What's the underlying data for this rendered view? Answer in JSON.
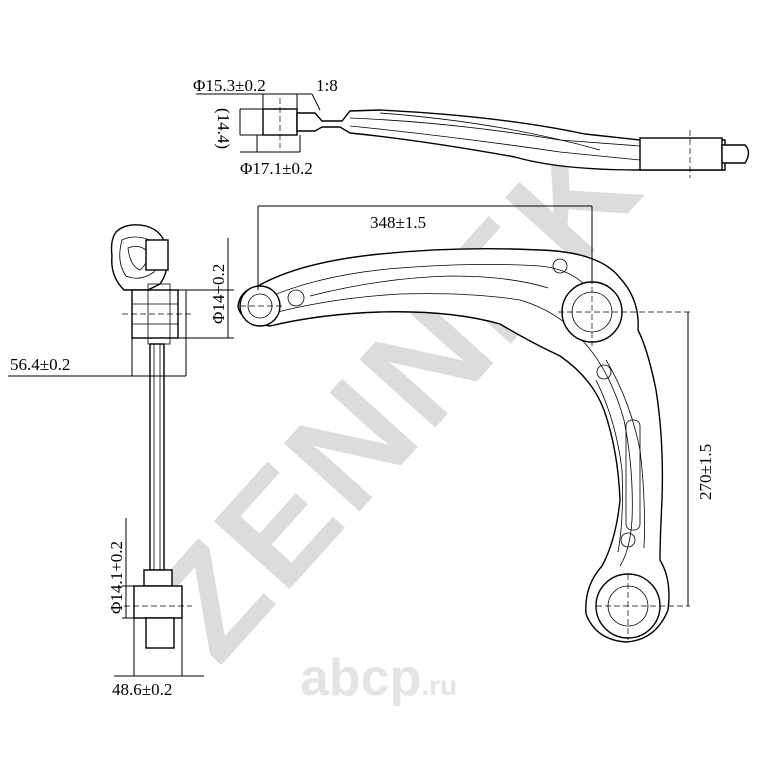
{
  "watermark": {
    "brand": "ZENNEK",
    "color": "#d9d9d9"
  },
  "site_logo": {
    "text": "abcp",
    "suffix": ".ru",
    "color": "#e6e6e6"
  },
  "top_view": {
    "dim_top": "Φ15.3±0.2",
    "dim_ratio": "1:8",
    "dim_side": "(14.4)",
    "dim_bottom": "Φ17.1±0.2"
  },
  "side_view": {
    "dim_left": "56.4±0.2",
    "dim_top_vertical": "Φ14+0.2",
    "dim_bottom_vertical": "Φ14.1+0.2",
    "dim_bottom": "48.6±0.2"
  },
  "main_view": {
    "dim_width": "348±1.5",
    "dim_height": "270±1.5"
  }
}
